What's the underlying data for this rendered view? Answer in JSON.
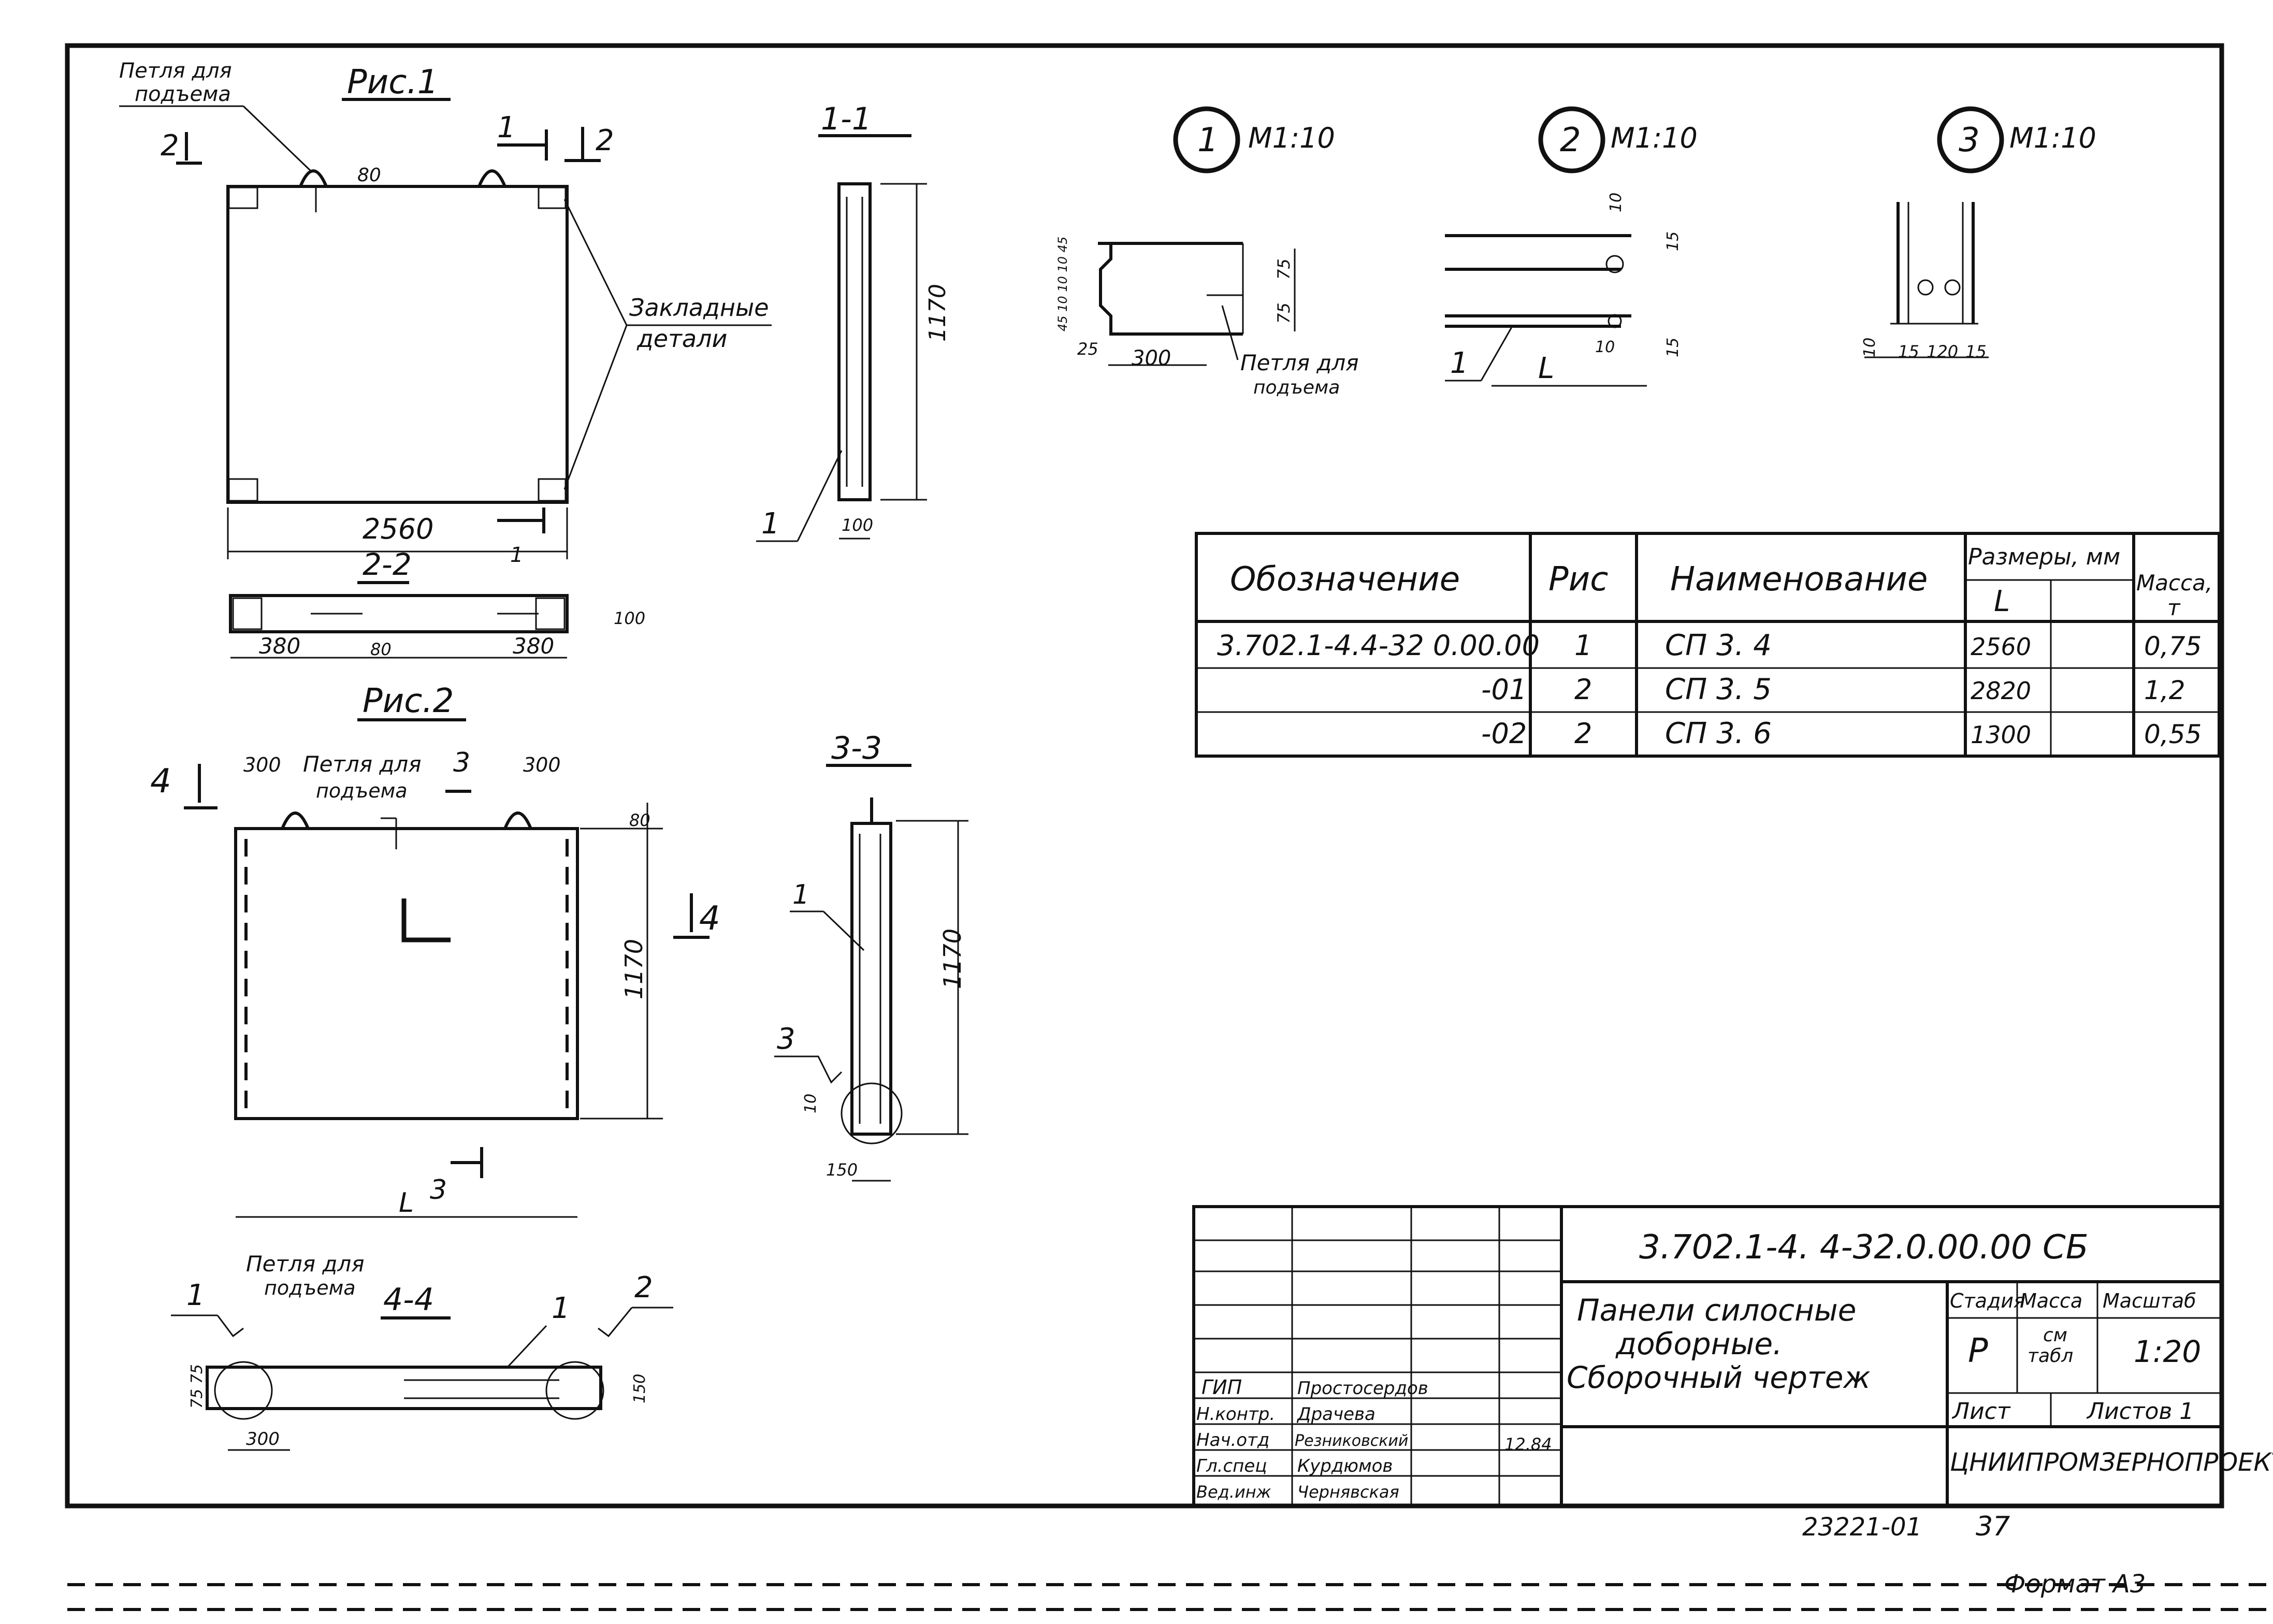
{
  "fig1": {
    "title": "Рис.1",
    "lift_loop_1": "Петля для",
    "lift_loop_2": "подъема",
    "embedded_1": "Закладные",
    "embedded_2": "детали",
    "width_dim": "2560",
    "loop_h": "80",
    "cut_1": "1",
    "cut_2": "2"
  },
  "sec22": {
    "title": "2-2",
    "dim_a": "380",
    "dim_b": "380",
    "dim_c": "80",
    "dim_h": "100"
  },
  "sec11": {
    "title": "1-1",
    "height": "1170",
    "width": "100",
    "callout": "1"
  },
  "fig2": {
    "title": "Рис.2",
    "dim_300a": "300",
    "dim_300b": "300",
    "loop_1": "Петля для",
    "loop_2": "подъема",
    "dim_80": "80",
    "height": "1170",
    "len": "L",
    "cut_3": "3",
    "cut_4": "4"
  },
  "sec33": {
    "title": "3-3",
    "height": "1170",
    "width": "150",
    "callout_1": "1",
    "callout_3": "3",
    "dim_10": "10"
  },
  "sec44": {
    "title": "4-4",
    "loop_1": "Петля для",
    "loop_2": "подъема",
    "callout_1a": "1",
    "callout_1b": "1",
    "callout_2": "2",
    "dim_75": "75 75",
    "dim_300": "300",
    "dim_150": "150"
  },
  "detail1": {
    "num": "1",
    "scale": "М1:10",
    "dims": "45 10 10 10 45",
    "d75a": "75",
    "d75b": "75",
    "d25": "25",
    "d300": "300",
    "loop_1": "Петля для",
    "loop_2": "подъема"
  },
  "detail2": {
    "num": "2",
    "scale": "М1:10",
    "d10a": "10",
    "d15a": "15",
    "d10b": "10",
    "d15b": "15",
    "callout": "1",
    "len": "L"
  },
  "detail3": {
    "num": "3",
    "scale": "М1:10",
    "d10": "10",
    "d15a": "15",
    "d120": "120",
    "d15b": "15"
  },
  "spec_table": {
    "headers": {
      "designation": "Обозначение",
      "fig": "Рис",
      "name": "Наименование",
      "sizes": "Размеры, мм",
      "L": "L",
      "mass": "Масса,",
      "mass_unit": "т"
    },
    "rows": [
      {
        "designation": "3.702.1-4.4-32 0.00.00",
        "fig": "1",
        "name": "СП 3. 4",
        "L": "2560",
        "mass": "0,75"
      },
      {
        "designation": "-01",
        "fig": "2",
        "name": "СП 3. 5",
        "L": "2820",
        "mass": "1,2"
      },
      {
        "designation": "-02",
        "fig": "2",
        "name": "СП 3. 6",
        "L": "1300",
        "mass": "0,55"
      }
    ]
  },
  "title_block": {
    "doc_code": "3.702.1-4. 4-32.0.00.00 СБ",
    "title_1": "Панели силосные",
    "title_2": "доборные.",
    "title_3": "Сборочный чертеж",
    "stage_h": "Стадия",
    "mass_h": "Масса",
    "scale_h": "Масштаб",
    "stage": "Р",
    "mass_1": "см",
    "mass_2": "табл",
    "scale": "1:20",
    "sheet": "Лист",
    "sheets": "Листов 1",
    "org": "ЦНИИПРОМЗЕРНОПРОЕКТ",
    "roles": [
      {
        "role": "ГИП",
        "name": "Простосердов"
      },
      {
        "role": "Н.контр.",
        "name": "Драчева"
      },
      {
        "role": "Нач.отд",
        "name": "Резниковский"
      },
      {
        "role": "Гл.спец",
        "name": "Курдюмов"
      },
      {
        "role": "Вед.инж",
        "name": "Чернявская"
      }
    ],
    "date": "12.84"
  },
  "footer": {
    "inv": "23221-01",
    "page": "37",
    "format": "Формат А3"
  }
}
